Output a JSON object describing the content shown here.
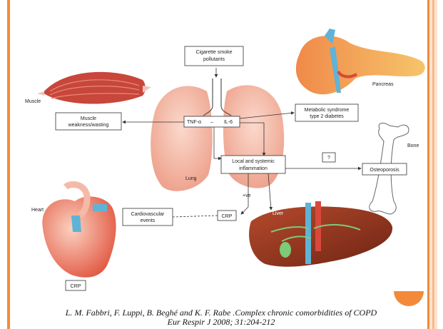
{
  "diagram": {
    "nodes": {
      "smoke_line1": "Cigarette smoke",
      "smoke_line2": "pollutants",
      "muscle_box_line1": "Muscle",
      "muscle_box_line2": "weakness/wasting",
      "tnf": "TNF-α",
      "dash": "–",
      "il6": "IL-6",
      "metabolic_line1": "Metabolic syndrome",
      "metabolic_line2": "type 2 diabetes",
      "inflammation_line1": "Local and systemic",
      "inflammation_line2": "inflammation",
      "question": "?",
      "osteoporosis": "Osteoporosis",
      "cardio_line1": "Cardiovascular",
      "cardio_line2": "events",
      "crp_mid": "CRP",
      "crp_bottom": "CRP",
      "ve": "+ve"
    },
    "labels": {
      "muscle": "Muscle",
      "pancreas": "Pancreas",
      "bone": "Bone",
      "lung": "Lung",
      "heart": "Heart",
      "liver": "Liver"
    }
  },
  "citation": {
    "line1": "L. M. Fabbri, F. Luppi, B. Beghé and K. F. Rabe .Complex chronic comorbidities of COPD",
    "line2": "Eur Respir J 2008; 31:204-212"
  },
  "colors": {
    "frame_orange": "#f28a3a",
    "lung_pink": "#f6c2b2",
    "pancreas_orange": "#f0a65a",
    "muscle_red": "#c8463a",
    "liver_brown": "#9a3a22",
    "vessel_blue": "#5fb3d6",
    "vessel_red": "#d9483b"
  }
}
